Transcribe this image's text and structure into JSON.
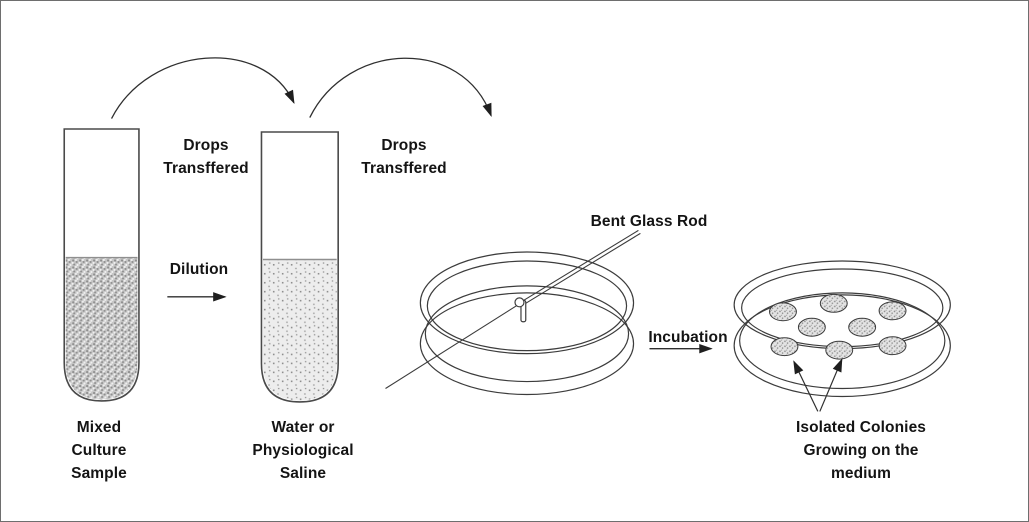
{
  "figure": {
    "kind": "microbiology-dilution-and-spread-plate-diagram",
    "colonies_count": 8
  },
  "labels": {
    "drops_transferred_1": "Drops\nTransffered",
    "drops_transferred_2": "Drops\nTransffered",
    "dilution": "Dilution",
    "mixed_culture_sample": "Mixed\nCulture\nSample",
    "water_or_physiological_saline": "Water or\nPhysiological\nSaline",
    "bent_glass_rod": "Bent Glass Rod",
    "incubation": "Incubation",
    "isolated_colonies": "Isolated Colonies\nGrowing on the medium"
  },
  "colors": {
    "line": "#2f2f2f",
    "tube_outline": "#4a4a4a",
    "dense_suspension_fill": "#c6c6c6",
    "dilute_suspension_fill": "#ededed",
    "colony_fill": "#e4e4e4",
    "text": "#141414",
    "border": "#6e6e6e",
    "background": "#ffffff"
  }
}
